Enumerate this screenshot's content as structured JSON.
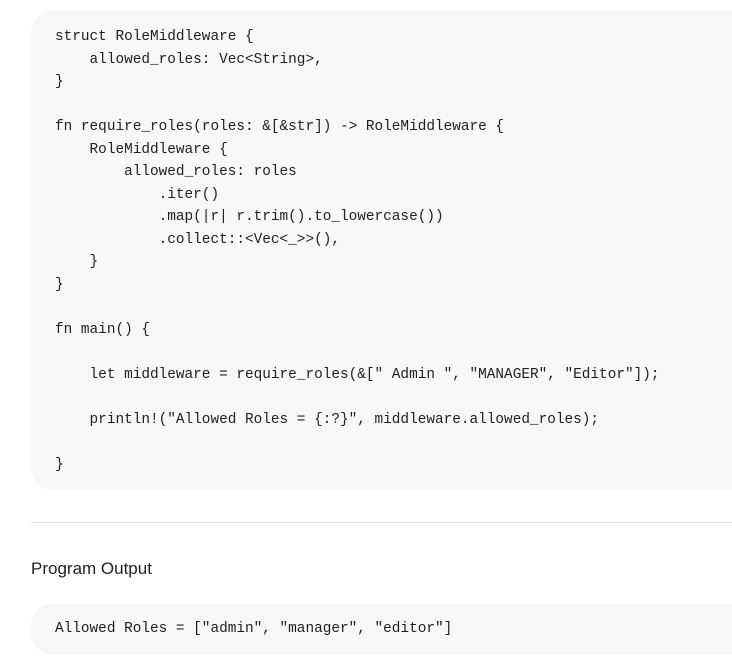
{
  "code": {
    "lines": [
      "struct RoleMiddleware {",
      "    allowed_roles: Vec<String>,",
      "}",
      "",
      "fn require_roles(roles: &[&str]) -> RoleMiddleware {",
      "    RoleMiddleware {",
      "        allowed_roles: roles",
      "            .iter()",
      "            .map(|r| r.trim().to_lowercase())",
      "            .collect::<Vec<_>>(),",
      "    }",
      "}",
      "",
      "fn main() {",
      "",
      "    let middleware = require_roles(&[\" Admin \", \"MANAGER\", \"Editor\"]);",
      "",
      "    println!(\"Allowed Roles = {:?}\", middleware.allowed_roles);",
      "",
      "}"
    ]
  },
  "output": {
    "title": "Program Output",
    "text": "Allowed Roles = [\"admin\", \"manager\", \"editor\"]"
  }
}
